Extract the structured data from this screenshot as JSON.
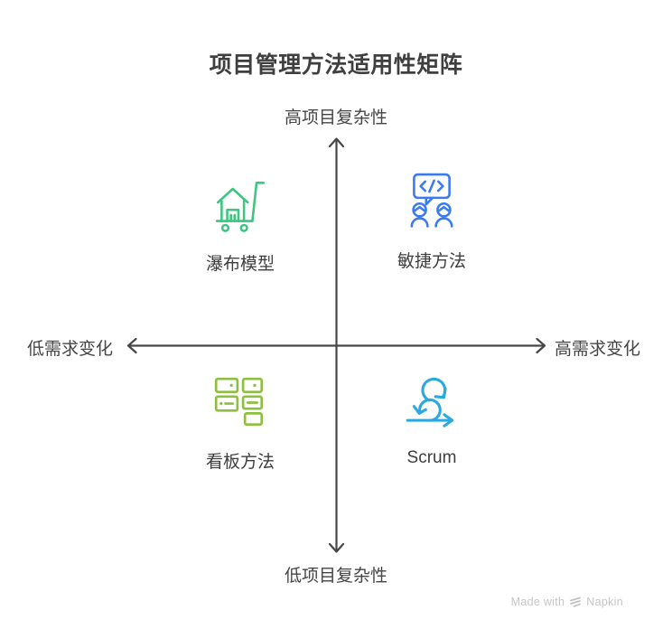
{
  "title": "项目管理方法适用性矩阵",
  "axes": {
    "top": "高项目复杂性",
    "bottom": "低项目复杂性",
    "left": "低需求变化",
    "right": "高需求变化",
    "line_color": "#474747"
  },
  "quadrants": {
    "top_left": {
      "label": "瀑布模型",
      "icon": "house-cart-icon",
      "color": "#3ec57f"
    },
    "top_right": {
      "label": "敏捷方法",
      "icon": "code-chat-people-icon",
      "color": "#3b7bf0"
    },
    "bottom_left": {
      "label": "看板方法",
      "icon": "kanban-board-icon",
      "color": "#8fbf40"
    },
    "bottom_right": {
      "label": "Scrum",
      "icon": "sprint-cycle-icon",
      "color": "#29a9e0"
    }
  },
  "footer": {
    "made_with": "Made with",
    "brand": "Napkin",
    "color": "#c5c5c5"
  },
  "colors": {
    "title_text": "#3f3f3f",
    "axis_text": "#454545",
    "label_text": "#3e3e3e"
  }
}
